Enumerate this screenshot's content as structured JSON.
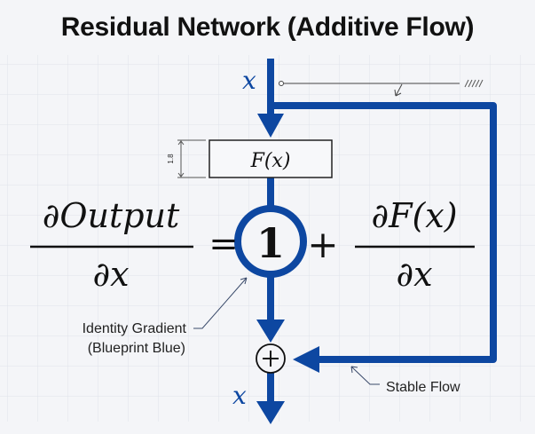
{
  "title": "Residual Network (Additive Flow)",
  "colors": {
    "flow_blue": "#0d47a1",
    "background": "#f4f5f8",
    "grid": "#dfe2ea",
    "ink": "#111111"
  },
  "diagram": {
    "input_label": "x",
    "output_label": "x",
    "block_label": "F(x)",
    "dimension_label": "1.8",
    "identity_node_value": "1",
    "sum_node_symbol": "+",
    "equation": {
      "lhs_numerator": "∂Output",
      "lhs_denominator": "∂x",
      "equals": "=",
      "plus": "+",
      "rhs_numerator": "∂F(x)",
      "rhs_denominator": "∂x"
    },
    "annotations": {
      "identity_gradient_line1": "Identity Gradient",
      "identity_gradient_line2": "(Blueprint Blue)",
      "stable_flow": "Stable Flow"
    }
  }
}
